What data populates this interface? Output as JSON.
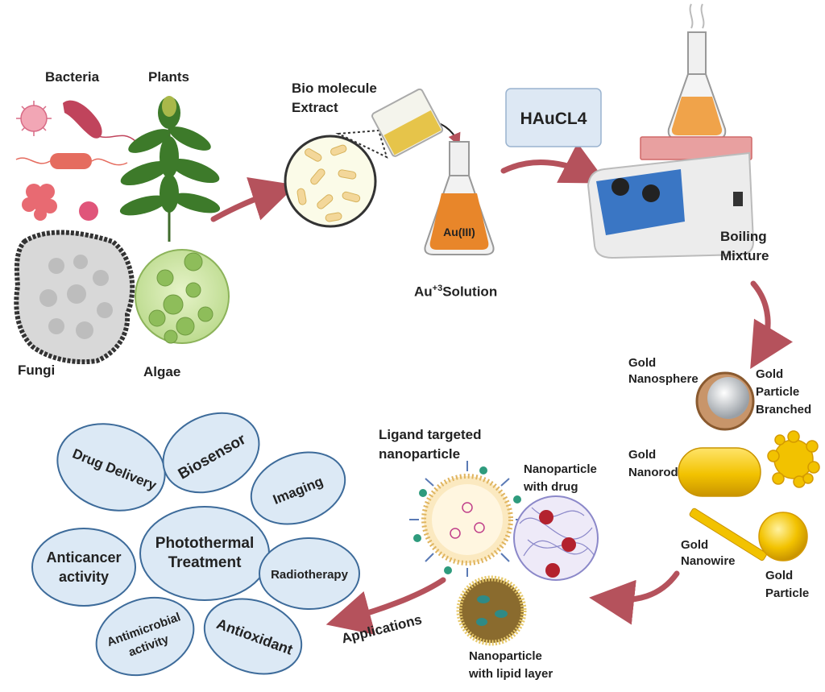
{
  "sources": {
    "bacteria": "Bacteria",
    "plants": "Plants",
    "fungi": "Fungi",
    "algae": "Algae"
  },
  "extract": {
    "line1": "Bio molecule",
    "line2": "Extract"
  },
  "solution": {
    "flask_label": "Au(III)",
    "caption_base": "Au",
    "caption_sup": "+3",
    "caption_rest": "Solution"
  },
  "reagent": {
    "label": "HAuCL4"
  },
  "boiling": {
    "line1": "Boiling",
    "line2": "Mixture"
  },
  "shapes": {
    "nanosphere_l1": "Gold",
    "nanosphere_l2": "Nanosphere",
    "branched_l1": "Gold",
    "branched_l2": "Particle",
    "branched_l3": "Branched",
    "nanorod_l1": "Gold",
    "nanorod_l2": "Nanorod",
    "nanowire_l1": "Gold",
    "nanowire_l2": "Nanowire",
    "particle_l1": "Gold",
    "particle_l2": "Particle"
  },
  "nanoparticles": {
    "ligand_l1": "Ligand targeted",
    "ligand_l2": "nanoparticle",
    "drug_l1": "Nanoparticle",
    "drug_l2": "with drug",
    "lipid_l1": "Nanoparticle",
    "lipid_l2": "with lipid layer"
  },
  "applications": {
    "label": "Applications",
    "center_l1": "Photothermal",
    "center_l2": "Treatment",
    "drug_delivery": "Drug Delivery",
    "biosensor": "Biosensor",
    "imaging": "Imaging",
    "radiotherapy": "Radiotherapy",
    "antioxidant": "Antioxidant",
    "antimicrobial_l1": "Antimicrobial",
    "antimicrobial_l2": "activity",
    "anticancer_l1": "Anticancer",
    "anticancer_l2": "activity"
  },
  "colors": {
    "arrow": "#b5525c",
    "petal_fill": "#dce9f5",
    "petal_stroke": "#3d6b9a",
    "gold": "#f2c200",
    "solution": "#e8862a"
  }
}
